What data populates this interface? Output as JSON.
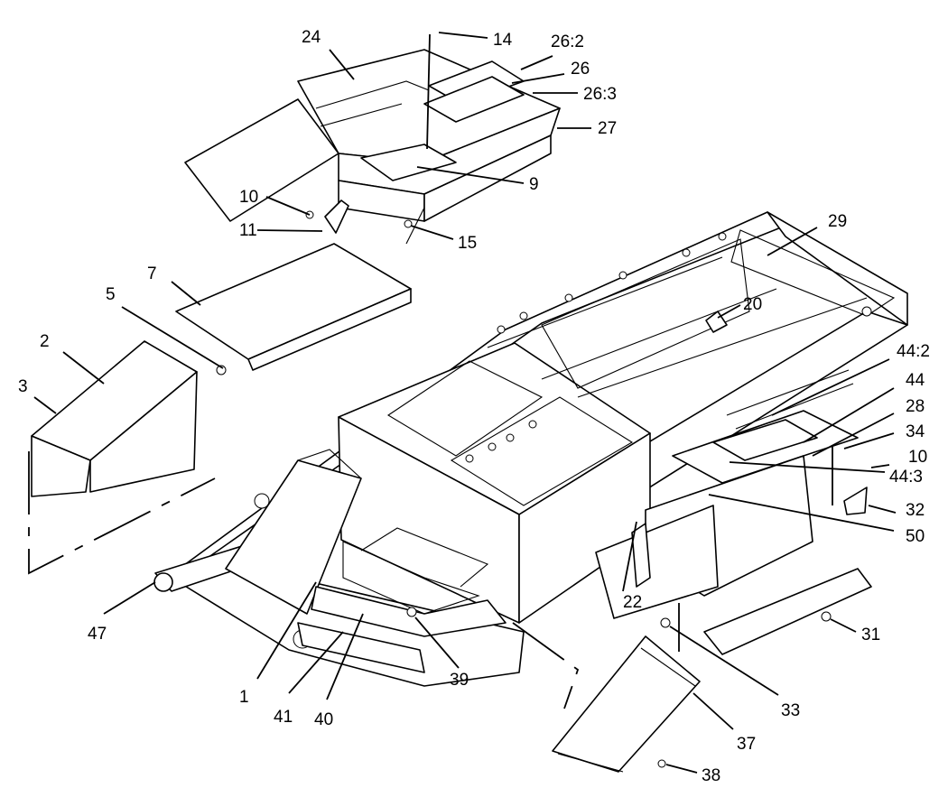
{
  "callouts": [
    {
      "id": "24",
      "label": "24"
    },
    {
      "id": "14",
      "label": "14"
    },
    {
      "id": "26-2",
      "label": "26:2"
    },
    {
      "id": "26",
      "label": "26"
    },
    {
      "id": "26-3",
      "label": "26:3"
    },
    {
      "id": "27",
      "label": "27"
    },
    {
      "id": "9",
      "label": "9"
    },
    {
      "id": "10a",
      "label": "10"
    },
    {
      "id": "11",
      "label": "11"
    },
    {
      "id": "15",
      "label": "15"
    },
    {
      "id": "7",
      "label": "7"
    },
    {
      "id": "5",
      "label": "5"
    },
    {
      "id": "2",
      "label": "2"
    },
    {
      "id": "3",
      "label": "3"
    },
    {
      "id": "29",
      "label": "29"
    },
    {
      "id": "20",
      "label": "20"
    },
    {
      "id": "44-2",
      "label": "44:2"
    },
    {
      "id": "44",
      "label": "44"
    },
    {
      "id": "28",
      "label": "28"
    },
    {
      "id": "34",
      "label": "34"
    },
    {
      "id": "10b",
      "label": "10"
    },
    {
      "id": "44-3",
      "label": "44:3"
    },
    {
      "id": "32",
      "label": "32"
    },
    {
      "id": "50",
      "label": "50"
    },
    {
      "id": "22",
      "label": "22"
    },
    {
      "id": "47",
      "label": "47"
    },
    {
      "id": "1",
      "label": "1"
    },
    {
      "id": "41",
      "label": "41"
    },
    {
      "id": "40",
      "label": "40"
    },
    {
      "id": "39",
      "label": "39"
    },
    {
      "id": "31",
      "label": "31"
    },
    {
      "id": "33",
      "label": "33"
    },
    {
      "id": "37",
      "label": "37"
    },
    {
      "id": "38",
      "label": "38"
    }
  ]
}
